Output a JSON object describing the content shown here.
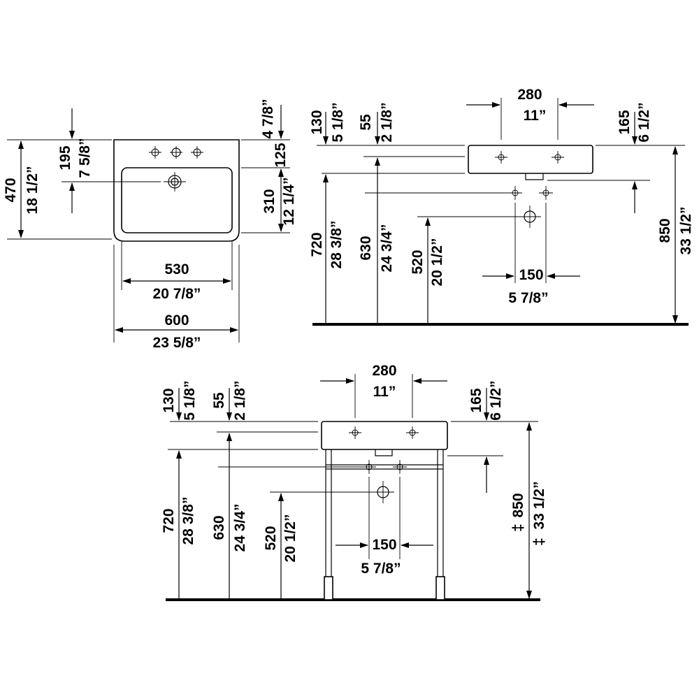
{
  "top_view": {
    "width_mm": "600",
    "width_in": "23 5/8”",
    "bowl_width_mm": "530",
    "bowl_width_in": "20 7/8”",
    "depth_mm": "470",
    "depth_in": "18 1/2”",
    "drain_mm": "195",
    "drain_in": "7 5/8”",
    "ledge_mm": "125",
    "ledge_in": "4 7/8”",
    "bowl_depth_mm": "310",
    "bowl_depth_in": "12 1/4”"
  },
  "side_view_wall": {
    "tap_spacing_mm": "280",
    "tap_spacing_in": "11”",
    "top_mm": "130",
    "top_in": "5 1/8”",
    "lower_mm": "55",
    "lower_in": "2 1/8”",
    "right_mm": "165",
    "right_in": "6 1/2”",
    "height_mm": "720",
    "height_in": "28 3/8”",
    "valve_mm": "630",
    "valve_in": "24 3/4”",
    "waste_mm": "520",
    "waste_in": "20 1/2”",
    "valve_spacing_mm": "150",
    "valve_spacing_in": "5 7/8”",
    "overall_mm": "850",
    "overall_in": "33 1/2”"
  },
  "side_view_stand": {
    "tap_spacing_mm": "280",
    "tap_spacing_in": "11”",
    "top_mm": "130",
    "top_in": "5 1/8”",
    "lower_mm": "55",
    "lower_in": "2 1/8”",
    "right_mm": "165",
    "right_in": "6 1/2”",
    "height_mm": "720",
    "height_in": "28 3/8”",
    "valve_mm": "630",
    "valve_in": "24 3/4”",
    "waste_mm": "520",
    "waste_in": "20 1/2”",
    "valve_spacing_mm": "150",
    "valve_spacing_in": "5 7/8”",
    "overall_mm": "850",
    "overall_in": "33 1/2”",
    "overall_marker": "‡"
  }
}
